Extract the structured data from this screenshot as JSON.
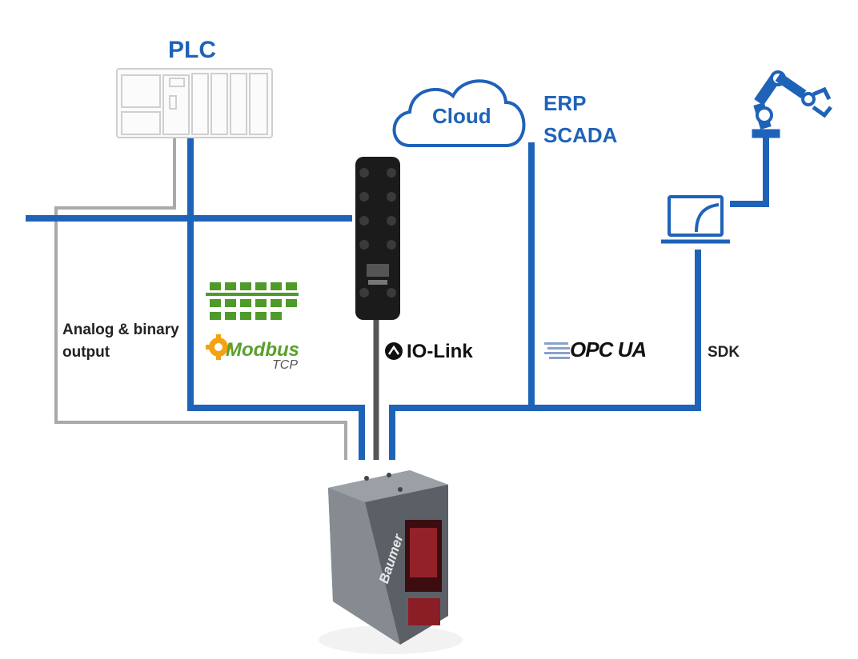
{
  "labels": {
    "plc": "PLC",
    "cloud": "Cloud",
    "erp": "ERP",
    "scada": "SCADA",
    "analog_line1": "Analog & binary",
    "analog_line2": "output",
    "io_link": "IO-Link",
    "opc_ua": "OPC UA",
    "sdk": "SDK",
    "modbus": "Modbus",
    "modbus_sub": "TCP",
    "brand": "Baumer"
  },
  "colors": {
    "bus_blue": "#1f63b8",
    "analog_gray": "#a9a9a9",
    "iolink_dark": "#555555",
    "icon_blue": "#1f63b8",
    "profinet_green": "#4e9a2a"
  },
  "icons": {
    "plc": "plc-rack-icon",
    "cloud": "cloud-icon",
    "robot": "robot-arm-icon",
    "laptop": "laptop-icon",
    "io_link_master": "io-link-master-icon",
    "sensor": "laser-sensor-icon",
    "profinet": "profinet-logo-icon",
    "modbus": "modbus-gear-icon"
  }
}
